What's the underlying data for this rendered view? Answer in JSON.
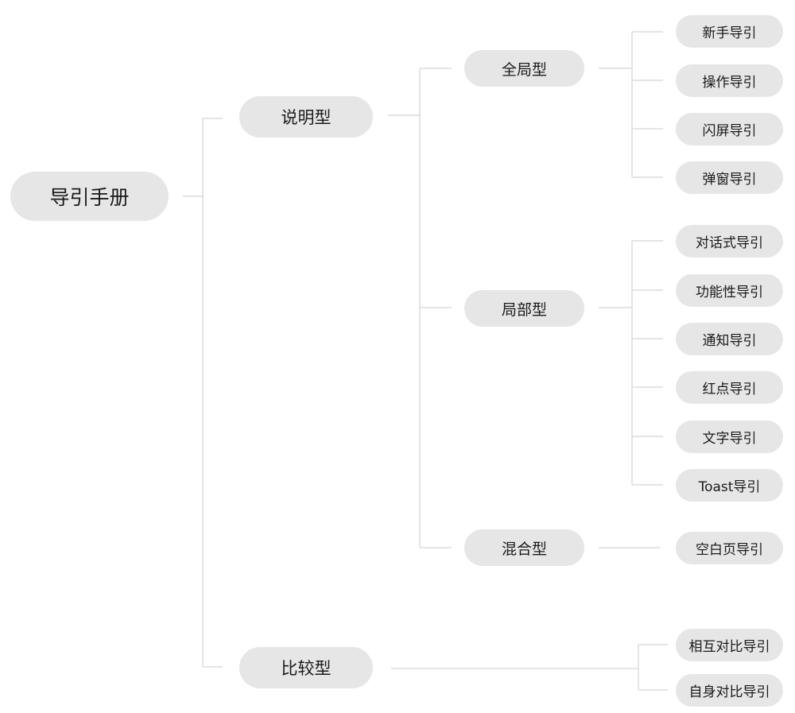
{
  "root": {
    "label": "导引手册"
  },
  "categories": [
    {
      "label": "说明型",
      "children": [
        {
          "label": "全局型",
          "children": [
            "新手导引",
            "操作导引",
            "闪屏导引",
            "弹窗导引"
          ]
        },
        {
          "label": "局部型",
          "children": [
            "对话式导引",
            "功能性导引",
            "通知导引",
            "红点导引",
            "文字导引",
            "Toast导引"
          ]
        },
        {
          "label": "混合型",
          "children": [
            "空白页导引"
          ]
        }
      ]
    },
    {
      "label": "比较型",
      "children": [
        "相互对比导引",
        "自身对比导引"
      ]
    }
  ],
  "colors": {
    "node_fill": "#e6e6e6",
    "connector": "#dcdcdc",
    "text": "#1a1a1a"
  }
}
